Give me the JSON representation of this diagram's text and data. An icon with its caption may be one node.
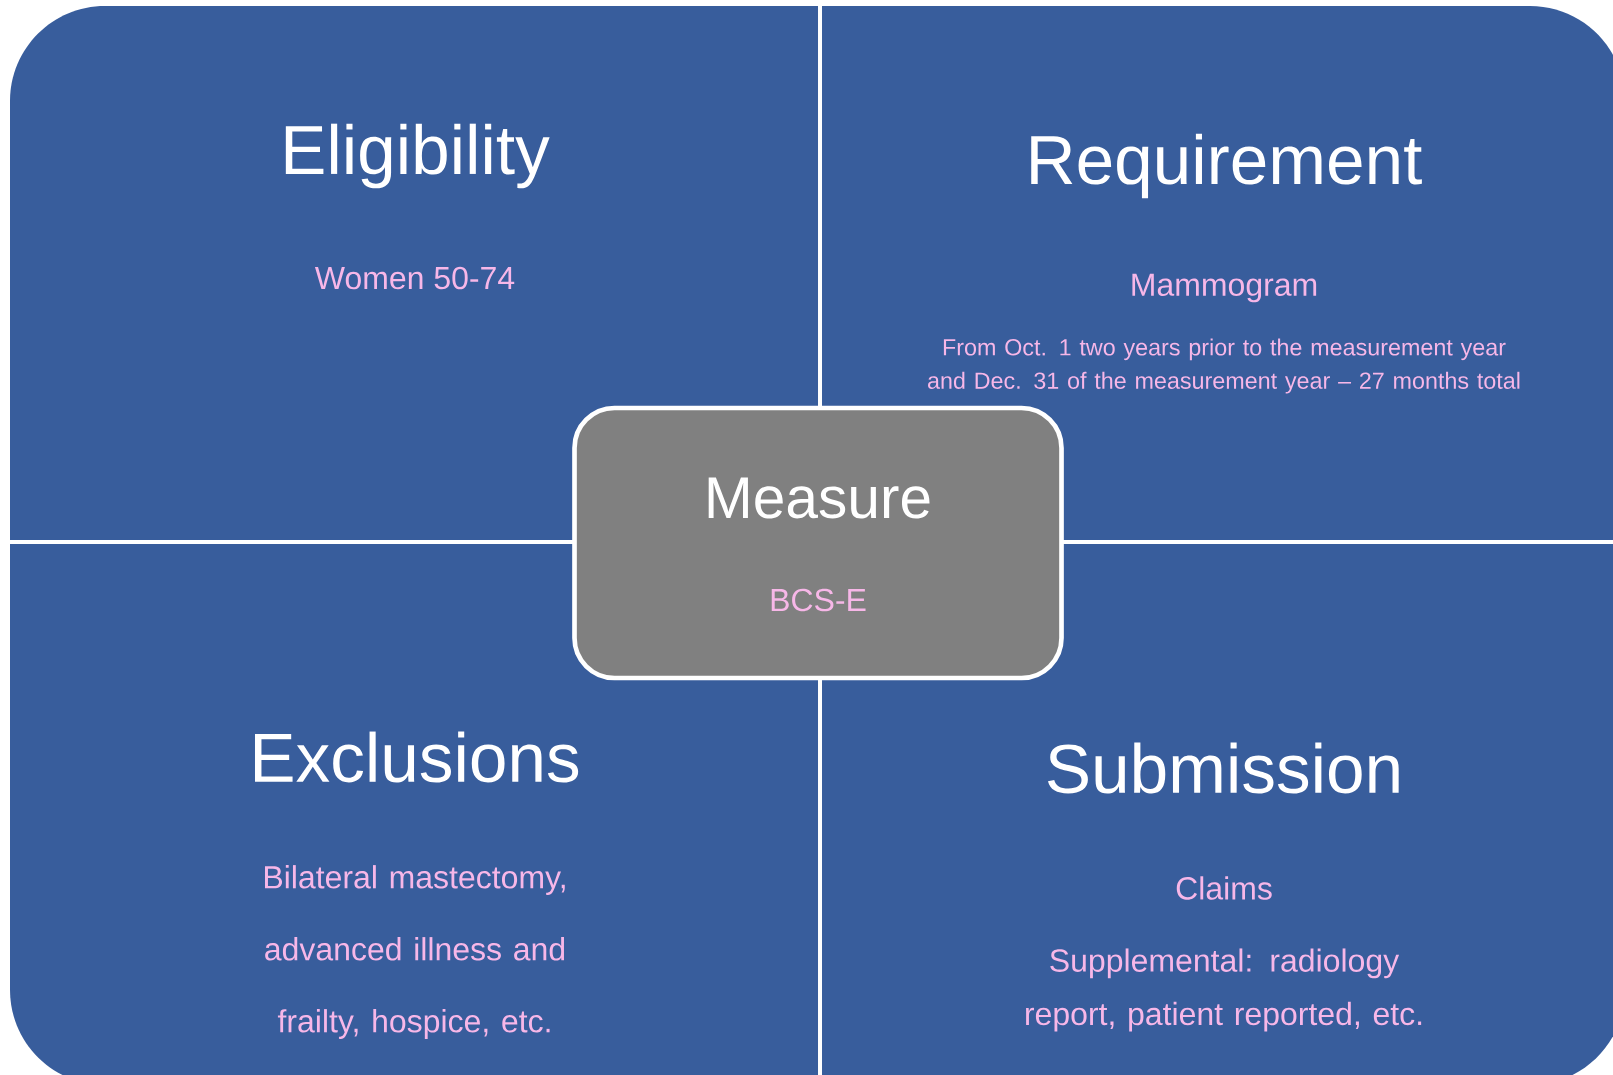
{
  "diagram": {
    "nodes": [
      {
        "text": [
          "Eligibility",
          "Women 50-74"
        ]
      },
      {
        "text": [
          "Requirement",
          "Mammogram",
          "From Oct. 1 two years prior to the measurement year and Dec. 31 of the measurement year – 27 months total"
        ]
      },
      {
        "text": [
          "Exclusions",
          "Bilateral mastectomy, advanced illness and frailty, hospice, etc."
        ]
      },
      {
        "text": [
          "Submission",
          "Claims",
          "Supplemental: radiology report, patient reported, etc."
        ]
      },
      {
        "text": [
          "Measure",
          "BCS-E"
        ]
      }
    ]
  }
}
